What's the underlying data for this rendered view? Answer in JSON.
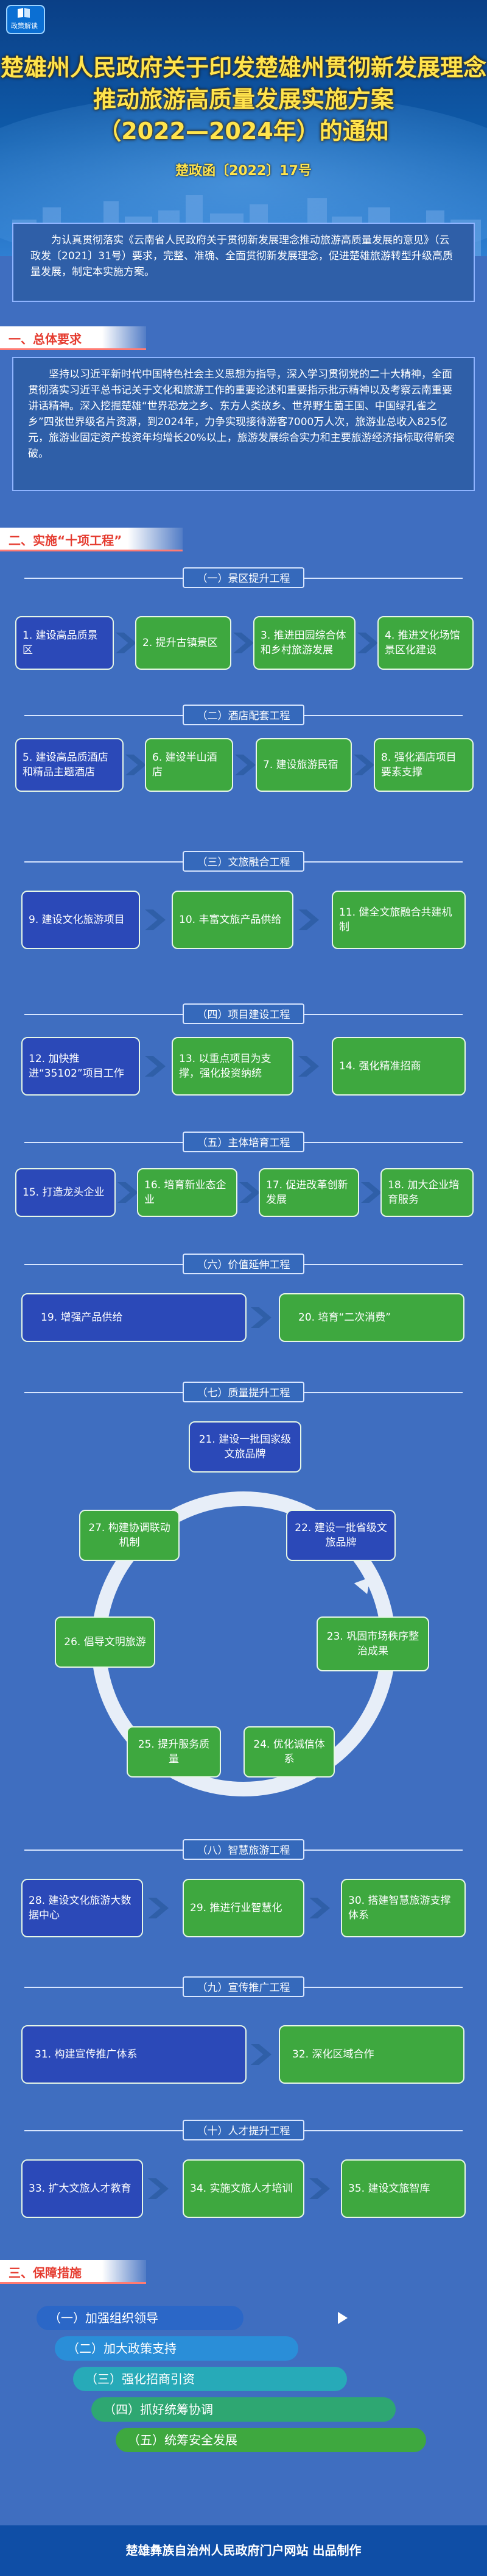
{
  "header": {
    "badge_text": "政策解读",
    "title_lines": [
      "楚雄州人民政府关于印发楚雄州贯彻新发展理念",
      "推动旅游高质量发展实施方案",
      "（2022—2024年）的通知"
    ],
    "subtitle": "楚政函〔2022〕17号"
  },
  "intro": {
    "text": "为认真贯彻落实《云南省人民政府关于贯彻新发展理念推动旅游高质量发展的意见》（云政发〔2021〕31号）要求，完整、准确、全面贯彻新发展理念，促进楚雄旅游转型升级高质量发展，制定本实施方案。"
  },
  "sections": {
    "one": "一、总体要求",
    "two": "二、实施“十项工程”",
    "three": "三、保障措施"
  },
  "general": {
    "text": "坚持以习近平新时代中国特色社会主义思想为指导，深入学习贯彻党的二十大精神，全面贯彻落实习近平总书记关于文化和旅游工作的重要论述和重要指示批示精神以及考察云南重要讲话精神。深入挖掘楚雄“世界恐龙之乡、东方人类故乡、世界野生菌王国、中国绿孔雀之乡”四张世界级名片资源，到2024年，力争实现接待游客7000万人次，旅游业总收入825亿元，旅游业固定资产投资年均增长20%以上，旅游发展综合实力和主要旅游经济指标取得新突破。"
  },
  "projects": {
    "p1": {
      "title": "（一）景区提升工程",
      "items": [
        "1. 建设高品质景区",
        "2. 提升古镇景区",
        "3. 推进田园综合体和乡村旅游发展",
        "4. 推进文化场馆景区化建设"
      ]
    },
    "p2": {
      "title": "（二）酒店配套工程",
      "items": [
        "5. 建设高品质酒店和精品主题酒店",
        "6. 建设半山酒店",
        "7. 建设旅游民宿",
        "8. 强化酒店项目要素支撑"
      ]
    },
    "p3": {
      "title": "（三）文旅融合工程",
      "items": [
        "9. 建设文化旅游项目",
        "10. 丰富文旅产品供给",
        "11. 健全文旅融合共建机制"
      ]
    },
    "p4": {
      "title": "（四）项目建设工程",
      "items": [
        "12. 加快推进“35102”项目工作",
        "13. 以重点项目为支撑，强化投资纳统",
        "14. 强化精准招商"
      ]
    },
    "p5": {
      "title": "（五）主体培育工程",
      "items": [
        "15. 打造龙头企业",
        "16. 培育新业态企业",
        "17. 促进改革创新发展",
        "18. 加大企业培育服务"
      ]
    },
    "p6": {
      "title": "（六）价值延伸工程",
      "items": [
        "19. 增强产品供给",
        "20. 培育“二次消费”"
      ]
    },
    "p7": {
      "title": "（七）质量提升工程",
      "items": [
        "21. 建设一批国家级文旅品牌",
        "22. 建设一批省级文旅品牌",
        "23. 巩固市场秩序整治成果",
        "24. 优化诚信体系",
        "25. 提升服务质量",
        "26. 倡导文明旅游",
        "27. 构建协调联动机制"
      ]
    },
    "p8": {
      "title": "（八）智慧旅游工程",
      "items": [
        "28. 建设文化旅游大数据中心",
        "29. 推进行业智慧化",
        "30. 搭建智慧旅游支撑体系"
      ]
    },
    "p9": {
      "title": "（九）宣传推广工程",
      "items": [
        "31. 构建宣传推广体系",
        "32. 深化区域合作"
      ]
    },
    "p10": {
      "title": "（十）人才提升工程",
      "items": [
        "33. 扩大文旅人才教育",
        "34. 实施文旅人才培训",
        "35. 建设文旅智库"
      ]
    }
  },
  "safeguards": [
    "（一）加强组织领导",
    "（二）加大政策支持",
    "（三）强化招商引资",
    "（四）抓好统筹协调",
    "（五）统筹安全发展"
  ],
  "footer": "楚雄彝族自治州人民政府门户网站 出品制作",
  "colors": {
    "blue_box": "#2b49b8",
    "green_box": "#3ea83f",
    "title_yellow": "#ffe44d",
    "section_red": "#e53b2f"
  }
}
